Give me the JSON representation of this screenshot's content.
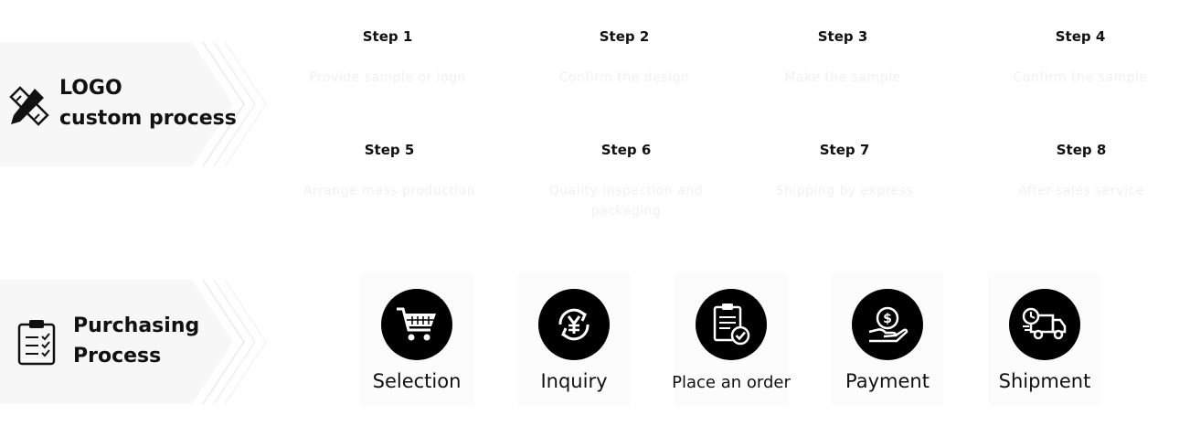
{
  "logo_section": {
    "title_line1": "LOGO",
    "title_line2": "custom process",
    "icon": "pencil-ruler-icon"
  },
  "steps": [
    {
      "label": "Step 1",
      "desc": "Provide sample or logo"
    },
    {
      "label": "Step 2",
      "desc": "Confirm the design"
    },
    {
      "label": "Step 3",
      "desc": "Make the sample"
    },
    {
      "label": "Step 4",
      "desc": "Confirm the sample"
    },
    {
      "label": "Step 5",
      "desc": "Arrange mass production"
    },
    {
      "label": "Step 6",
      "desc": "Quality inspection and packaging"
    },
    {
      "label": "Step 7",
      "desc": "Shipping by express"
    },
    {
      "label": "Step 8",
      "desc": "After-sales service"
    }
  ],
  "purchase_section": {
    "title_line1": "Purchasing",
    "title_line2": "Process",
    "icon": "clipboard-checklist-icon"
  },
  "purchase_steps": [
    {
      "label": "Selection",
      "icon": "shopping-cart-icon"
    },
    {
      "label": "Inquiry",
      "icon": "yen-exchange-icon"
    },
    {
      "label": "Place an order",
      "icon": "clipboard-check-icon"
    },
    {
      "label": "Payment",
      "icon": "hand-dollar-coin-icon"
    },
    {
      "label": "Shipment",
      "icon": "delivery-truck-icon"
    }
  ],
  "colors": {
    "banner_bg": "#f7f7f7",
    "icon_circle": "#000000",
    "faded_text": "#f1f1f1"
  }
}
